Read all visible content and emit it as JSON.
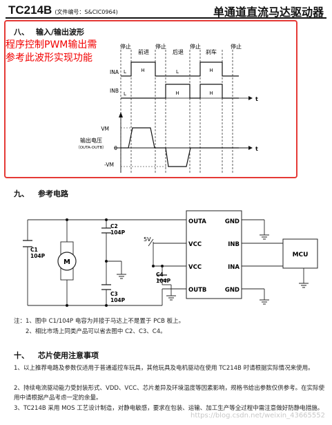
{
  "header": {
    "model": "TC214B",
    "doc_no": "(文件编号：S&CIC0964)",
    "title": "单通道直流马达驱动器"
  },
  "section8": {
    "number": "八、",
    "title": "输入/输出波形",
    "annotation": [
      "程序控制PWM输出需",
      "参考此波形实现功能"
    ]
  },
  "waveform": {
    "phases": [
      "停止",
      "前进",
      "停止",
      "后退",
      "停止",
      "刹车",
      "停止"
    ],
    "ina_label": "INA",
    "inb_label": "INB",
    "ina_levels": [
      "L",
      "H",
      "L",
      "H"
    ],
    "inb_levels": [
      "L",
      "H",
      "H"
    ],
    "vm_label": "VM",
    "neg_vm_label": "-VM",
    "zero_label": "0",
    "out_label": "输出电压",
    "out_sublabel": "（OUTA-OUTB）",
    "time_label": "t"
  },
  "section9": {
    "number": "九、",
    "title": "参考电路"
  },
  "circuit": {
    "c1": [
      "C1",
      "104P"
    ],
    "c2": [
      "C2",
      "104P"
    ],
    "c3": [
      "C3",
      "104P"
    ],
    "c4": [
      "C4",
      "104P"
    ],
    "motor": "M",
    "supply": "5V",
    "chip_pins_left": [
      "OUTA",
      "VCC",
      "VCC",
      "OUTB"
    ],
    "chip_pins_right": [
      "GND",
      "INB",
      "INA",
      "GND"
    ],
    "mcu": "MCU"
  },
  "notes": {
    "line1": "注：1、图中 C1/104P 电容为并接于马达上不是置于 PCB 板上。",
    "line2": "2、相比市场上同类产品可以省去图中 C2、C3、C4。"
  },
  "section10": {
    "number": "十、",
    "title": "芯片使用注意事项",
    "items": [
      {
        "n": "1、",
        "text": "以上推荐电路及参数仅适用于普通遥控车玩具，其他玩具及电机驱动在使用 TC214B 时请根据实际情况来使用。"
      },
      {
        "n": "2、",
        "text": "持续电流驱动能力受封装形式、VDD、VCC、芯片差异及环境温度等因素影响，规格书给出参数仅供参考。在实际使用中请根据产品考虑一定的余量。"
      },
      {
        "n": "3、",
        "text": "TC214B 采用 MOS 工艺设计制造，对静电敏感，要求在包装、运输、加工生产等全过程中需注意做好防静电措施。"
      }
    ]
  },
  "watermark": "https://blog.csdn.net/weixin_43665552"
}
